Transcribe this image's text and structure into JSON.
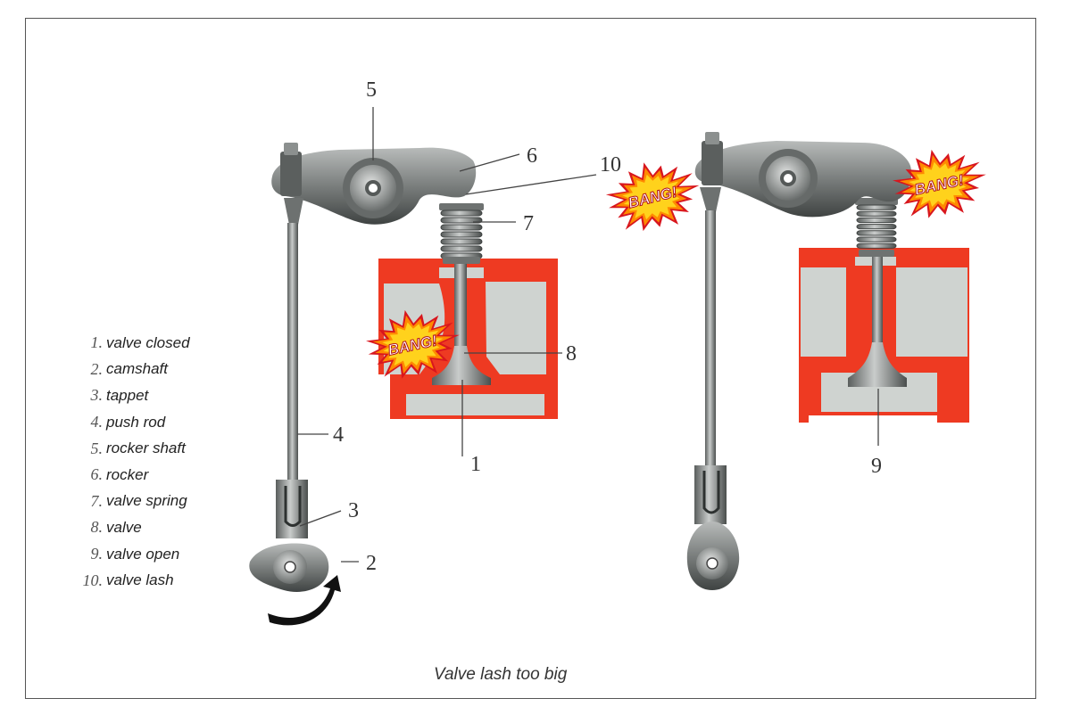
{
  "legend": [
    {
      "num": "1.",
      "label": "valve closed"
    },
    {
      "num": "2.",
      "label": "camshaft"
    },
    {
      "num": "3.",
      "label": "tappet"
    },
    {
      "num": "4.",
      "label": "push rod"
    },
    {
      "num": "5.",
      "label": "rocker shaft"
    },
    {
      "num": "6.",
      "label": "rocker"
    },
    {
      "num": "7.",
      "label": "valve spring"
    },
    {
      "num": "8.",
      "label": "valve"
    },
    {
      "num": "9.",
      "label": "valve open"
    },
    {
      "num": "10.",
      "label": "valve lash"
    }
  ],
  "callouts": {
    "c1": "1",
    "c2": "2",
    "c3": "3",
    "c4": "4",
    "c5": "5",
    "c6": "6",
    "c7": "7",
    "c8": "8",
    "c9": "9",
    "c10": "10"
  },
  "bang_text": "BANG!",
  "caption": "Valve lash too big",
  "colors": {
    "head_red": "#ee3a22",
    "head_gray": "#cfd3d0",
    "metal": "#8d9190",
    "metal_dark": "#4d5150",
    "burst_yellow": "#ffd21c",
    "burst_orange": "#ff8a00",
    "burst_red": "#d8161e"
  }
}
